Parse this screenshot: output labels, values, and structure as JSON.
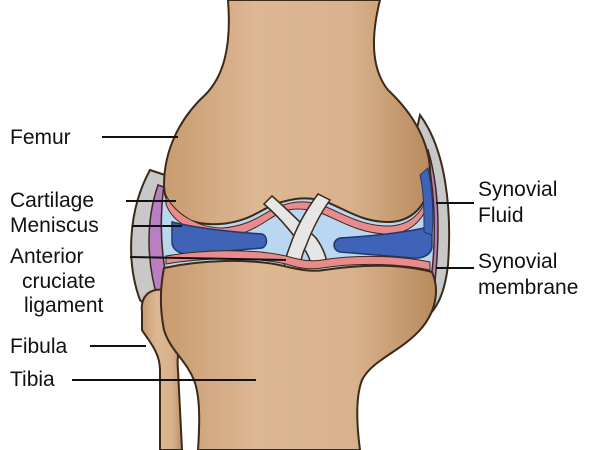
{
  "labels": {
    "femur": "Femur",
    "cartilage": "Cartilage",
    "meniscus": "Meniscus",
    "acl_line1": "Anterior",
    "acl_line2": "cruciate",
    "acl_line3": "ligament",
    "fibula": "Fibula",
    "tibia": "Tibia",
    "synovial_fluid_line1": "Synovial",
    "synovial_fluid_line2": "Fluid",
    "synovial_membrane_line1": "Synovial",
    "synovial_membrane_line2": "membrane"
  },
  "colors": {
    "bone": "#d9b48f",
    "bone_shadow": "#b8865a",
    "outline": "#3a2a1a",
    "cartilage": "#e98a8c",
    "meniscus": "#3f63b7",
    "synovial_fluid": "#b9d7f0",
    "synovial_membrane": "#b97fc2",
    "capsule": "#c8c8c8",
    "ligament": "#e6e6e6",
    "leader_line": "#111111"
  }
}
